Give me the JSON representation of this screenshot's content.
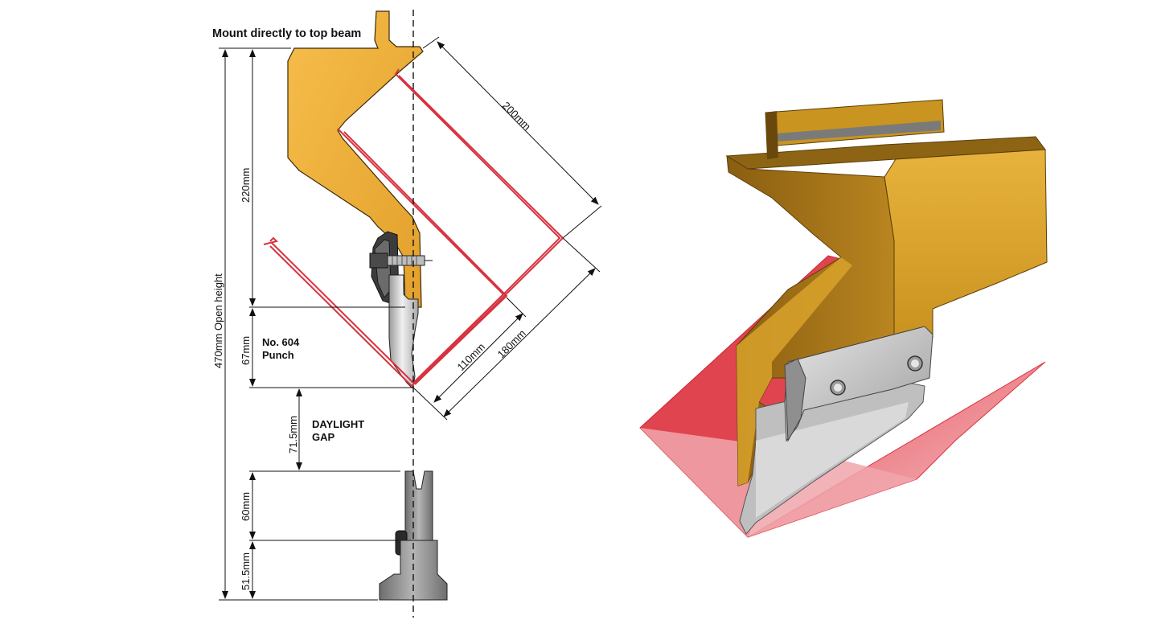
{
  "labels": {
    "mount": "Mount directly to top beam",
    "punch_line1": "No. 604",
    "punch_line2": "Punch",
    "gap_line1": "DAYLIGHT",
    "gap_line2": "GAP"
  },
  "dimensions": {
    "open_height": "470mm Open height",
    "d220": "220mm",
    "d67": "67mm",
    "d71_5": "71.5mm",
    "d60": "60mm",
    "d51_5": "51.5mm",
    "d200": "200mm",
    "d110": "110mm",
    "d180": "180mm"
  },
  "colors": {
    "holder": "#f4b440",
    "holder_dark": "#c98a1c",
    "sheet": "#e0404e",
    "punch": "#cfcfcf",
    "die": "#8a8a8a"
  }
}
